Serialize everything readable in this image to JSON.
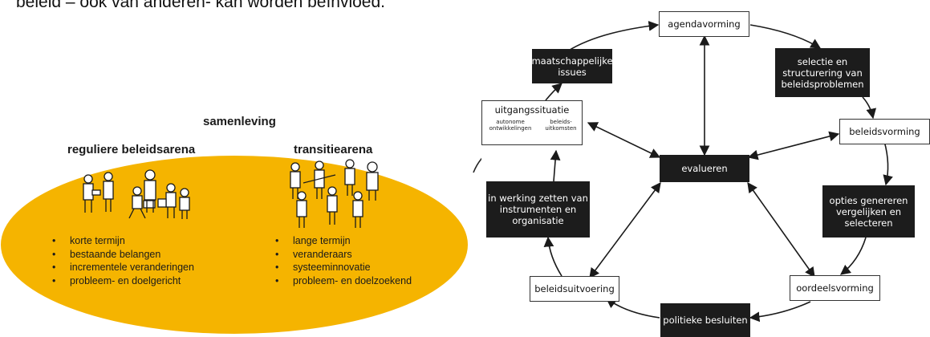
{
  "header": {
    "text": "beleid – ook van anderen- kan worden beïnvloed."
  },
  "ellipse": {
    "fill": "#F5B400",
    "title": "samenleving",
    "left_heading": "reguliere beleidsarena",
    "right_heading": "transitiearena",
    "left_items": [
      "korte termijn",
      "bestaande belangen",
      "incrementele veranderingen",
      "probleem- en doelgericht"
    ],
    "right_items": [
      "lange termijn",
      "veranderaars",
      "systeeminnovatie",
      "probleem- en doelzoekend"
    ]
  },
  "cycle": {
    "agendavorming": "agendavorming",
    "maatschappelijke": "maatschappelijke issues",
    "selectie": "selectie en structurering van beleidsproblemen",
    "uitgangssituatie": "uitgangssituatie",
    "autonome": "autonome ontwikkelingen",
    "beleidsuitkomsten": "beleids- uitkomsten",
    "beleidsvorming": "beleidsvorming",
    "evalueren": "evalueren",
    "inwerking": "in werking zetten van instrumenten en organisatie",
    "opties": "opties genereren vergelijken en selecteren",
    "beleidsuitvoering": "beleidsuitvoering",
    "oordeelsvorming": "oordeelsvorming",
    "politieke": "politieke besluiten"
  }
}
